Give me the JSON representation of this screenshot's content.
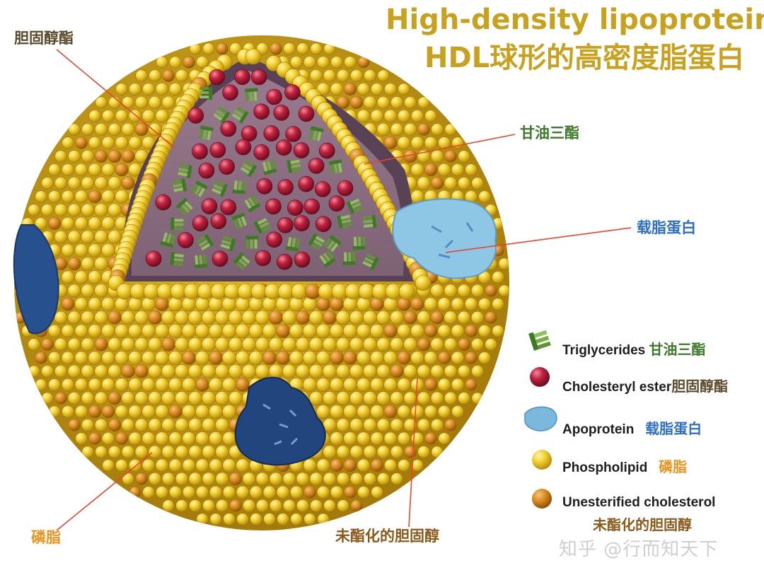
{
  "title": {
    "english": "High-density lipoprotein",
    "chinese": "HDL球形的高密度脂蛋白"
  },
  "callouts": {
    "cholesteryl_ester": "胆固醇酯",
    "triglycerides": "甘油三酯",
    "apoprotein": "载脂蛋白",
    "phospholipid": "磷脂",
    "unesterified_cholesterol": "未酯化的胆固醇"
  },
  "legend": [
    {
      "icon": "triglyceride-icon",
      "en": "Triglycerides",
      "cn": "甘油三酯",
      "cn_color": "#3d7a2a"
    },
    {
      "icon": "cholesteryl-ester-icon",
      "en": "Cholesteryl ester",
      "cn": "胆固醇酯",
      "cn_color": "#5b4a2c"
    },
    {
      "icon": "apoprotein-icon",
      "en": "Apoprotein",
      "cn": "载脂蛋白",
      "cn_color": "#2f6fc4"
    },
    {
      "icon": "phospholipid-icon",
      "en": "Phospholipid",
      "cn": "磷脂",
      "cn_color": "#e8941e"
    },
    {
      "icon": "unesterified-cholesterol-icon",
      "en": "Unesterified cholesterol",
      "cn": "未酯化的胆固醇",
      "cn_color": "#8b5a1a"
    }
  ],
  "watermark": "知乎 @行而知天下",
  "colors": {
    "title": "#c8a21e",
    "phospholipid": "#f2cf2a",
    "unesterified_cholesterol": "#d98a1f",
    "cholesteryl_ester": "#b01e3a",
    "triglyceride": "#4e8a2f",
    "apoprotein_light": "#8ec6e6",
    "apoprotein_dark": "#23457e",
    "core": "#8a6a7e",
    "callout_line": "#e8452a",
    "callout_cholesteryl": "#5b4a2c",
    "callout_triglyceride": "#3d7a2a",
    "callout_apoprotein": "#2f6fc4",
    "callout_phospholipid": "#e8941e",
    "callout_unesterified": "#8b5a1a"
  }
}
